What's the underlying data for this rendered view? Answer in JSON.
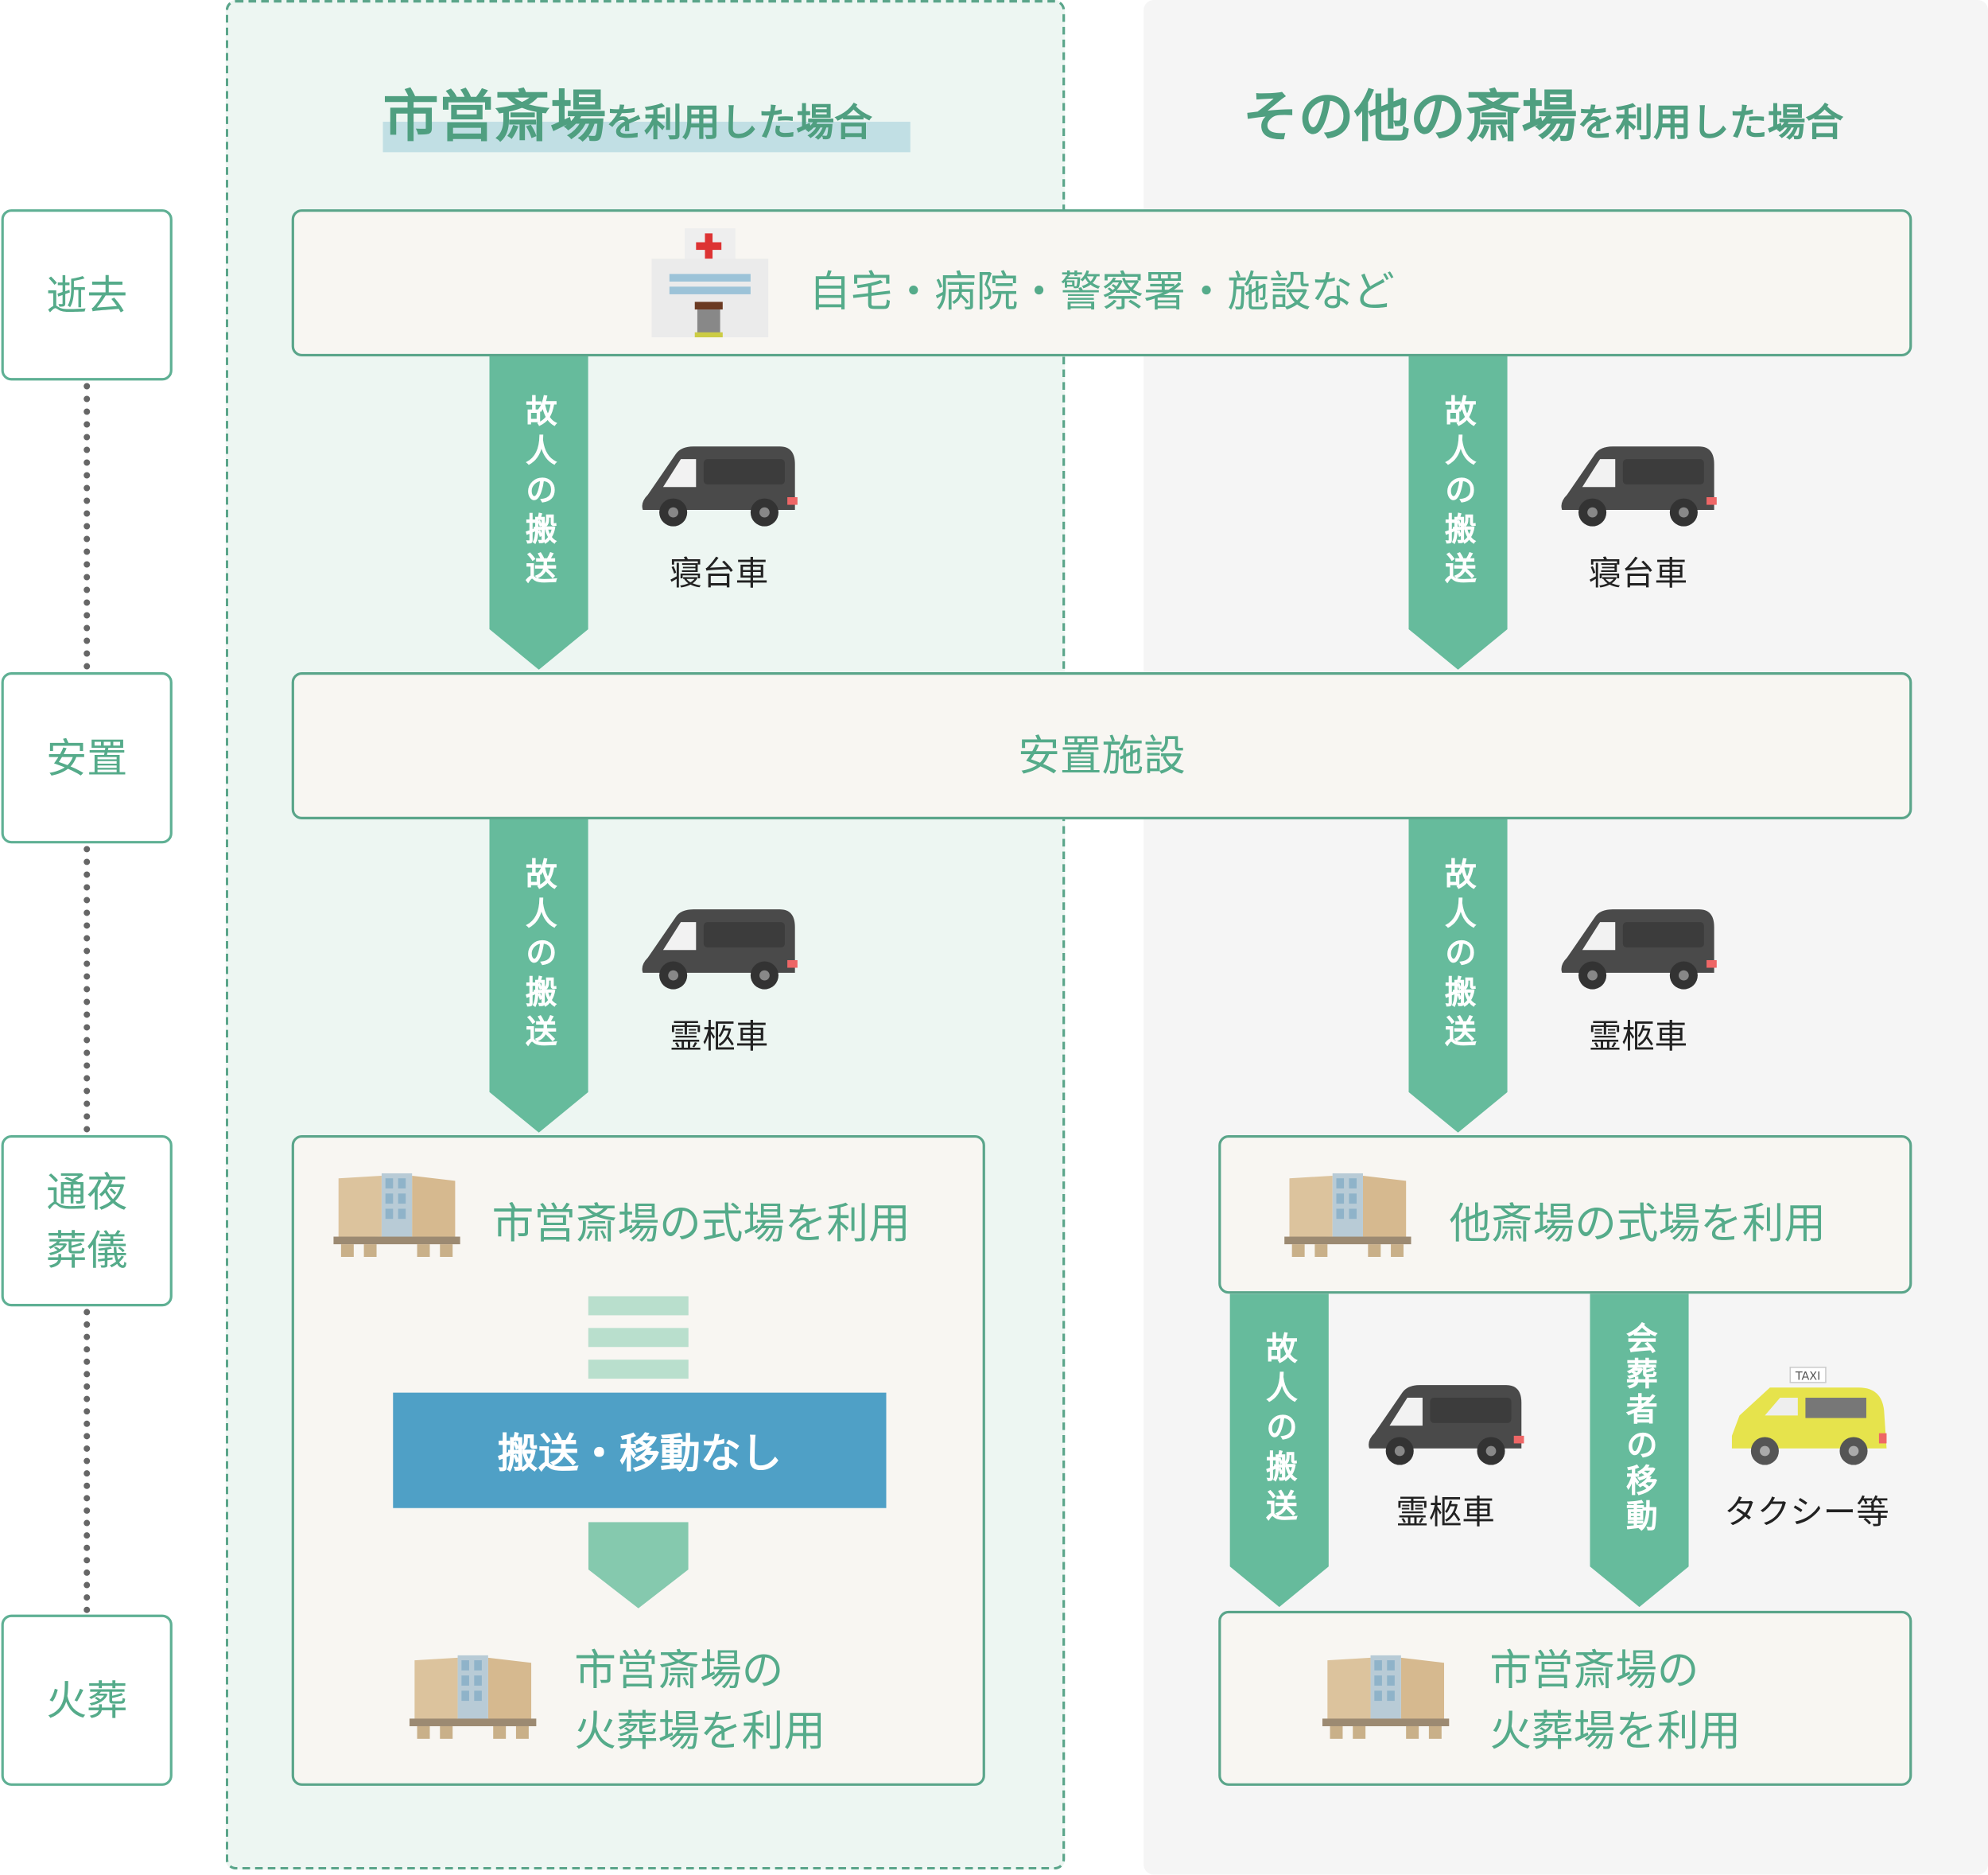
{
  "columns": {
    "municipal": {
      "title_main": "市営斎場",
      "title_suffix": "を利用した場合"
    },
    "other": {
      "title_main": "その他の斎場",
      "title_suffix": "を利用した場合"
    }
  },
  "stages": [
    "逝去",
    "安置",
    "通夜\n葬儀",
    "火葬"
  ],
  "steps": {
    "death_place": "自宅・病院・警察署・施設など",
    "resting": "安置施設",
    "municipal_funeral": "市営斎場の式場を利用",
    "no_transfer": "搬送・移動なし",
    "municipal_cremation_line1": "市営斎場の",
    "municipal_cremation_line2": "火葬場を利用",
    "other_funeral": "他斎場の式場を利用",
    "other_cremation_line1": "市営斎場の",
    "other_cremation_line2": "火葬場を利用"
  },
  "arrows": {
    "transport": "故人の搬送",
    "mourners": "会葬者の移動"
  },
  "vehicles": {
    "sleeper": "寝台車",
    "hearse": "霊柩車",
    "taxi": "タクシー等",
    "taxi_sign": "TAXI"
  },
  "colors": {
    "green": "#55ab8a",
    "arrow": "#66bb9c",
    "blue": "#4fa0c6",
    "highlight": "#c1dfe4"
  }
}
